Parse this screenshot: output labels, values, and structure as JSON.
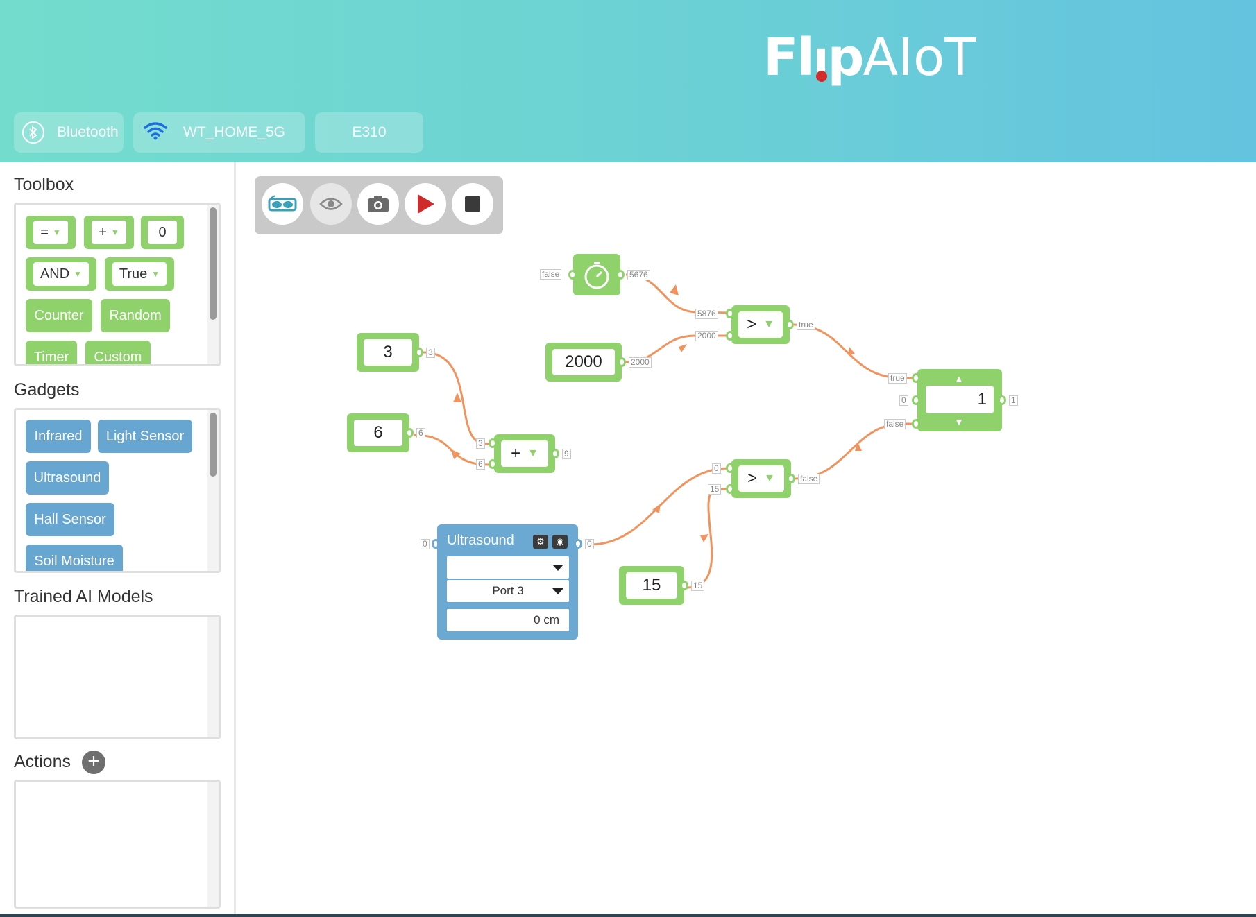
{
  "header": {
    "logo": {
      "part1": "Fl",
      "part2": "p",
      "part3": "AIoT",
      "dot_color": "#d32b2b"
    },
    "connections": [
      {
        "icon": "bluetooth-icon",
        "label": "Bluetooth"
      },
      {
        "icon": "wifi-icon",
        "label": "WT_HOME_5G"
      },
      {
        "icon": "",
        "label": "E310"
      }
    ]
  },
  "sidebar": {
    "toolbox": {
      "title": "Toolbox",
      "items": {
        "eq": "=",
        "plus": "+",
        "zero": "0",
        "and": "AND",
        "true": "True",
        "counter": "Counter",
        "random": "Random",
        "timer": "Timer",
        "custom": "Custom"
      }
    },
    "gadgets": {
      "title": "Gadgets",
      "items": {
        "infrared": "Infrared",
        "light": "Light Sensor",
        "ultrasound": "Ultrasound",
        "hall": "Hall Sensor",
        "soil": "Soil Moisture"
      }
    },
    "models": {
      "title": "Trained AI Models"
    },
    "actions": {
      "title": "Actions",
      "add": "+"
    }
  },
  "toolbar": {
    "buttons": [
      "glasses-icon",
      "eye-icon",
      "camera-icon",
      "play-icon",
      "stop-icon"
    ]
  },
  "nodes": {
    "timer": {
      "in_label": "false",
      "out_label": "5676"
    },
    "num2000": {
      "value": "2000",
      "out_label": "2000"
    },
    "cmp1": {
      "op": ">",
      "in_a": "5876",
      "in_b": "2000",
      "out_label": "true"
    },
    "num3": {
      "value": "3",
      "out_label": "3"
    },
    "num6": {
      "value": "6",
      "out_label": "6"
    },
    "add": {
      "op": "+",
      "in_a": "3",
      "in_b": "6",
      "out_label": "9"
    },
    "switch": {
      "value": "1",
      "in_true": "true",
      "in_mid": "0",
      "in_false": "false",
      "out_label": "1"
    },
    "cmp2": {
      "op": ">",
      "in_a": "0",
      "in_b": "15",
      "out_label": "false"
    },
    "ultrasound": {
      "title": "Ultrasound",
      "in_label": "0",
      "out_label": "0",
      "select1": "",
      "port": "Port 3",
      "reading": "0 cm"
    },
    "num15": {
      "value": "15",
      "out_label": "15"
    }
  },
  "colors": {
    "node_green": "#8fd26c",
    "sensor_blue": "#6ba8d2",
    "wire": "#f0935d",
    "header_start": "#73dccd",
    "header_end": "#64c3df"
  }
}
